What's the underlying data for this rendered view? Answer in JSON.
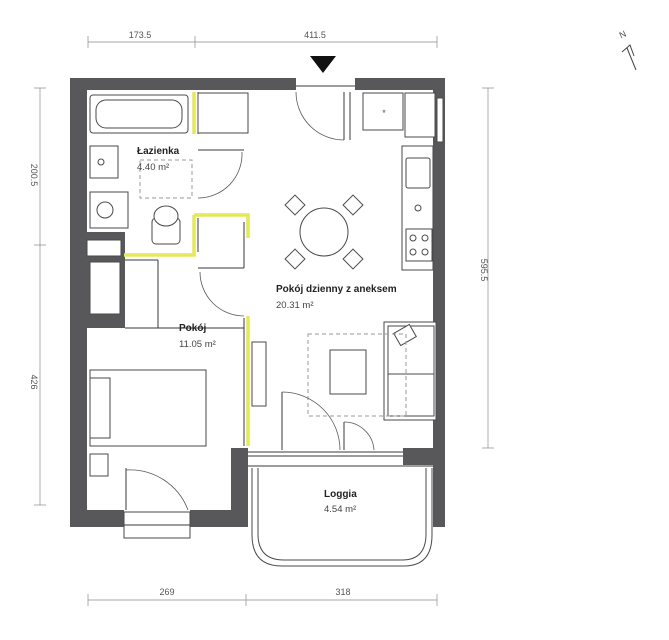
{
  "rooms": {
    "bathroom": {
      "name": "Łazienka",
      "area": "4.40 m²"
    },
    "living": {
      "name": "Pokój dzienny z aneksem",
      "area": "20.31 m²"
    },
    "bedroom": {
      "name": "Pokój",
      "area": "11.05 m²"
    },
    "loggia": {
      "name": "Loggia",
      "area": "4.54 m²"
    }
  },
  "dimensions": {
    "top_left": "173.5",
    "top_right": "411.5",
    "left_upper": "200.5",
    "left_lower": "426",
    "right": "595.5",
    "bottom_left": "269",
    "bottom_right": "318"
  },
  "compass_label": "N",
  "icons": [
    "entrance-arrow-icon",
    "north-arrow-icon"
  ],
  "colors": {
    "walls": "#58585a",
    "highlight": "#e4e85a"
  }
}
